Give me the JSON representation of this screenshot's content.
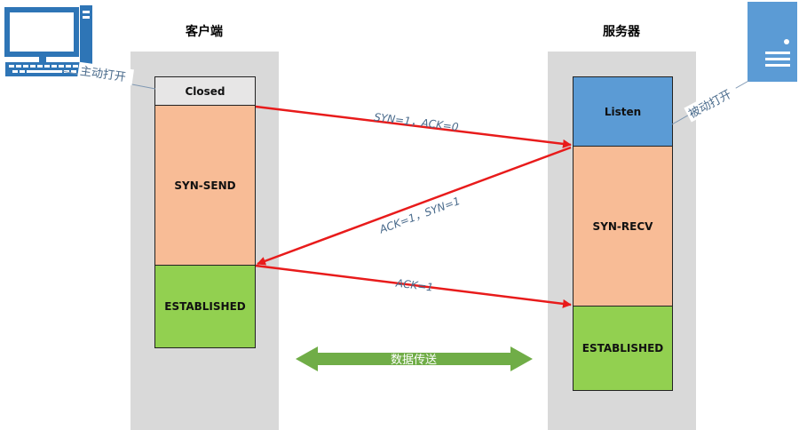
{
  "client": {
    "title": "客户端",
    "states": {
      "closed": "Closed",
      "syn_send": "SYN-SEND",
      "established": "ESTABLISHED"
    },
    "open_label": "主动打开"
  },
  "server": {
    "title": "服务器",
    "states": {
      "listen": "Listen",
      "syn_recv": "SYN-RECV",
      "established": "ESTABLISHED"
    },
    "open_label": "被动打开"
  },
  "messages": {
    "syn": "SYN=1，ACK=0",
    "syn_ack": "ACK=1，SYN=1",
    "ack": "ACK=1"
  },
  "data_transfer": "数据传送",
  "colors": {
    "column_bg": "#d9d9d9",
    "closed": "#e7e6e6",
    "syn_state": "#f8bc96",
    "established": "#92d050",
    "listen": "#5b9bd5",
    "arrow": "#e81b1b",
    "data_arrow": "#70ad47",
    "label_text": "#4a6b8c",
    "computer": "#2e75b6"
  }
}
